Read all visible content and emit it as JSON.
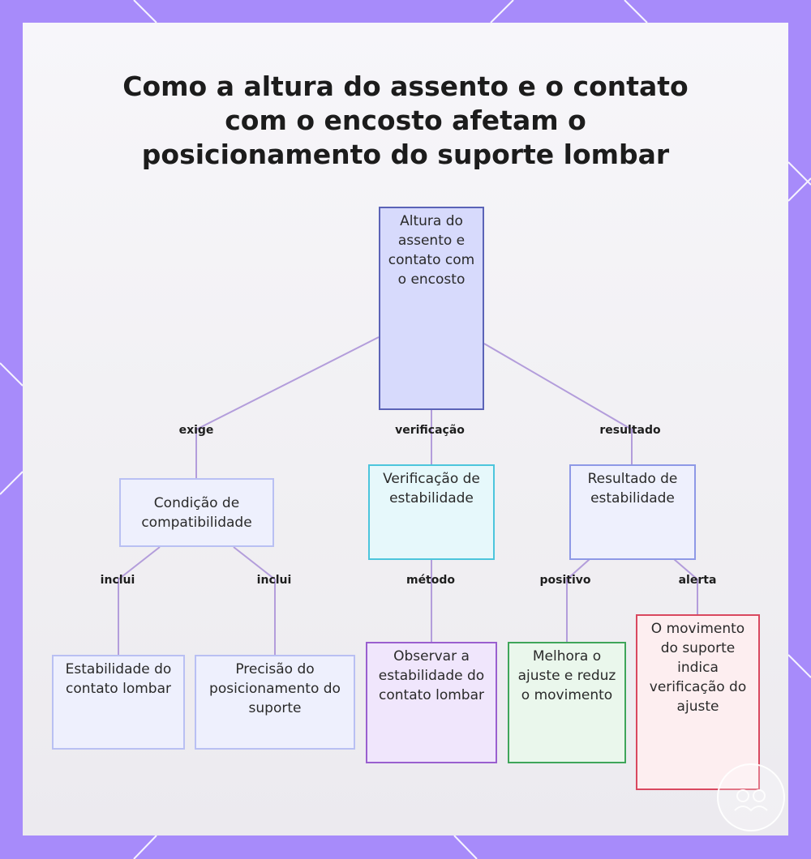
{
  "title_lines": [
    "Como a altura do assento e o contato",
    "com o encosto afetam o",
    "posicionamento do suporte lombar"
  ],
  "nodes": {
    "root": "Altura do assento e contato com o encosto",
    "compat": "Condição de compatibilidade",
    "verif": "Verificação de estabilidade",
    "result": "Resultado de estabilidade",
    "estab_contato": "Estabilidade do contato lombar",
    "precisao": "Precisão do posicionamento do suporte",
    "observar": "Observar a estabilidade do contato lombar",
    "melhora": "Melhora o ajuste e reduz o movimento",
    "movimento": "O movimento do suporte indica verificação do ajuste"
  },
  "edge_labels": {
    "exige": "exige",
    "verificacao": "verificação",
    "resultado": "resultado",
    "inclui_1": "inclui",
    "inclui_2": "inclui",
    "metodo": "método",
    "positivo": "positivo",
    "alerta": "alerta"
  },
  "colors": {
    "frame": "#a78bfa",
    "connector": "#b39ddb",
    "root_fill": "#d7dafc",
    "root_border": "#5b63b7",
    "compat_fill": "#eef0fd",
    "compat_border": "#b9c0f3",
    "verif_fill": "#e6f8fb",
    "verif_border": "#4cc5dc",
    "result_fill": "#eef0fd",
    "result_border": "#8e99e6",
    "observar_fill": "#f0e6fc",
    "observar_border": "#9a5fcf",
    "melhora_fill": "#eaf7ec",
    "melhora_border": "#3fa55a",
    "movimento_fill": "#fdeef0",
    "movimento_border": "#d9485f"
  }
}
